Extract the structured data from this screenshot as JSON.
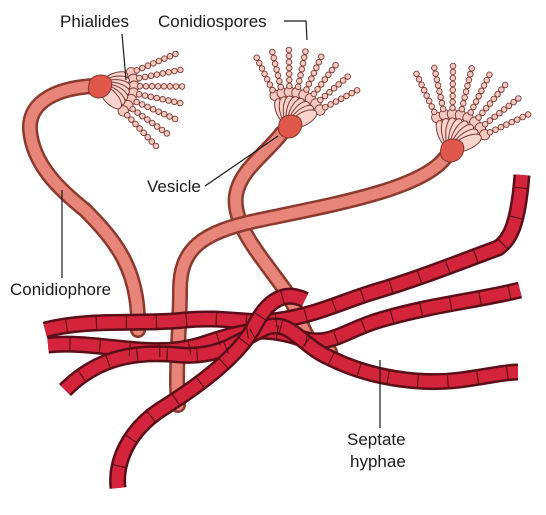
{
  "labels": {
    "phialides": "Phialides",
    "conidiospores": "Conidiospores",
    "vesicle": "Vesicle",
    "conidiophore": "Conidiophore",
    "septate_line1": "Septate",
    "septate_line2": "hyphae"
  },
  "colors": {
    "hypha": "#d4243b",
    "hypha_outline": "#5a0e17",
    "conidiophore": "#e8857a",
    "vesicle": "#e0584c",
    "phialide": "#f9d4cc",
    "spore": "#f3c9c0",
    "spore_outline": "#7a3a33"
  }
}
